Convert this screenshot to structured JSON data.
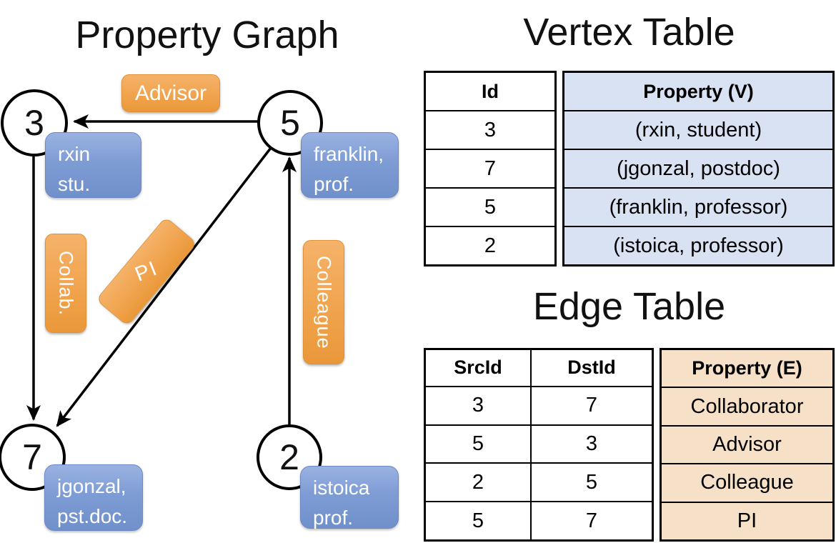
{
  "graph": {
    "title": "Property Graph",
    "nodes": [
      {
        "id": "3"
      },
      {
        "id": "5"
      },
      {
        "id": "7"
      },
      {
        "id": "2"
      }
    ],
    "vertex_labels": [
      {
        "lines": [
          "rxin",
          "stu."
        ]
      },
      {
        "lines": [
          "franklin,",
          "prof."
        ]
      },
      {
        "lines": [
          "jgonzal,",
          "pst.doc."
        ]
      },
      {
        "lines": [
          "istoica",
          "prof."
        ]
      }
    ],
    "edge_labels": [
      {
        "label": "Advisor"
      },
      {
        "label": "Collab."
      },
      {
        "label": "PI"
      },
      {
        "label": "Colleague"
      }
    ]
  },
  "vertex_table": {
    "title": "Vertex Table",
    "columns": {
      "id": "Id",
      "property": "Property (V)"
    },
    "rows": [
      {
        "id": "3",
        "property": "(rxin, student)"
      },
      {
        "id": "7",
        "property": "(jgonzal, postdoc)"
      },
      {
        "id": "5",
        "property": "(franklin, professor)"
      },
      {
        "id": "2",
        "property": "(istoica, professor)"
      }
    ]
  },
  "edge_table": {
    "title": "Edge Table",
    "columns": {
      "src": "SrcId",
      "dst": "DstId",
      "property": "Property (E)"
    },
    "rows": [
      {
        "src": "3",
        "dst": "7",
        "property": "Collaborator"
      },
      {
        "src": "5",
        "dst": "3",
        "property": "Advisor"
      },
      {
        "src": "2",
        "dst": "5",
        "property": "Colleague"
      },
      {
        "src": "5",
        "dst": "7",
        "property": "PI"
      }
    ]
  },
  "colors": {
    "edge_label_fill": "#F0A452",
    "vertex_label_fill": "#7E9CD4",
    "vertex_property_bg": "#D9E2F3",
    "edge_property_bg": "#F6E0C7",
    "line": "#000000"
  }
}
